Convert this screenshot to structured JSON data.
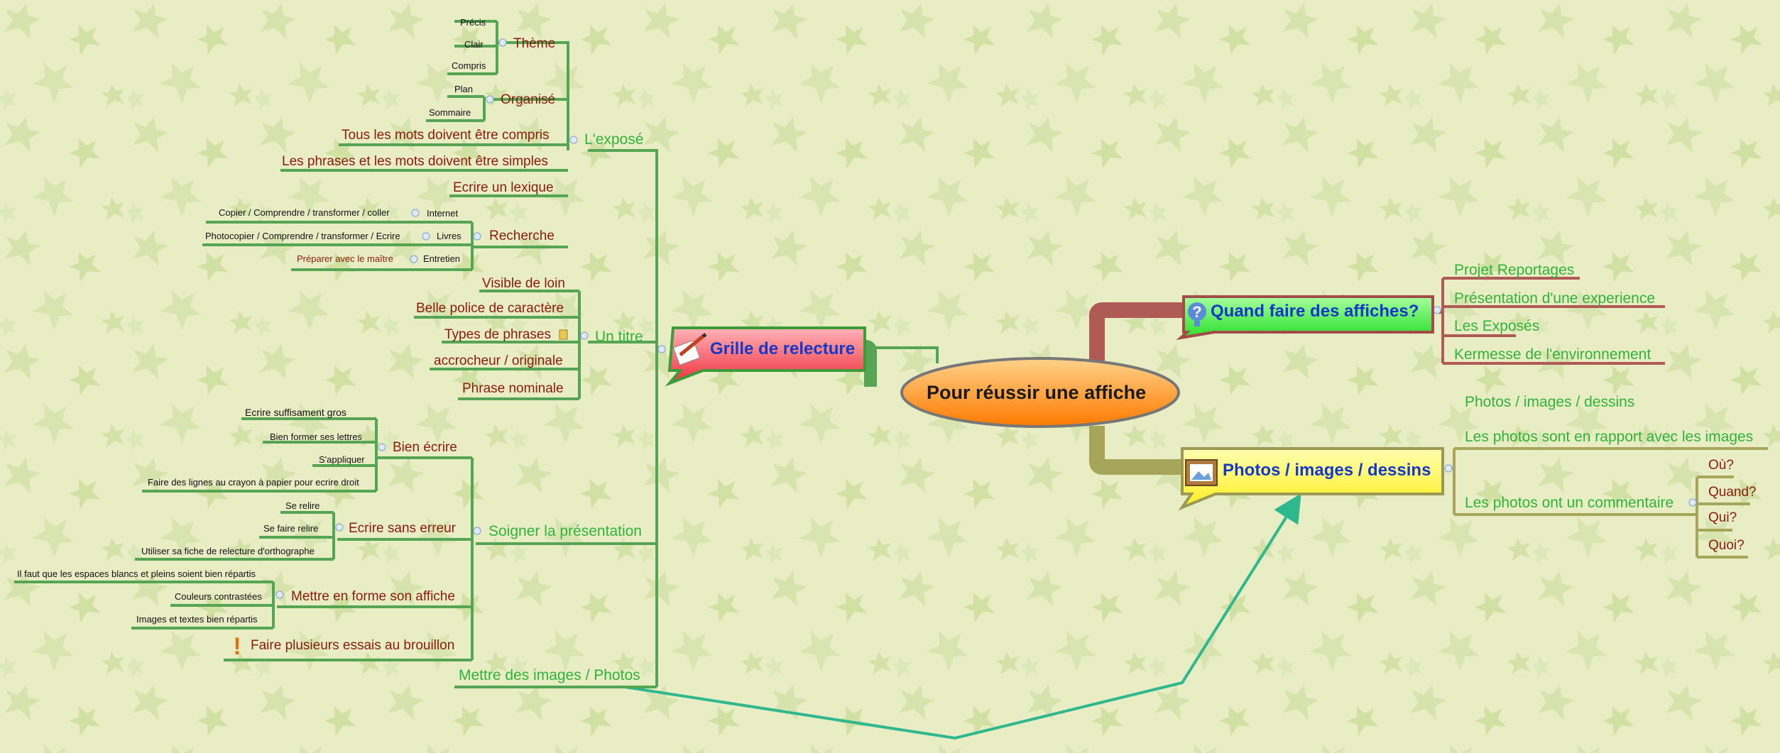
{
  "central": "Pour réussir une affiche",
  "left_branch": {
    "title": "Grille de relecture",
    "expose": {
      "label": "L'exposé",
      "theme": {
        "label": "Thème",
        "children": [
          "Précis",
          "Clair",
          "Compris"
        ]
      },
      "organise": {
        "label": "Organisé",
        "children": [
          "Plan",
          "Sommaire"
        ]
      },
      "items": [
        "Tous les mots doivent être compris",
        "Les phrases et les mots doivent être simples",
        "Ecrire un lexique"
      ],
      "recherche": {
        "label": "Recherche",
        "internet": {
          "label": "Internet",
          "detail": "Copier / Comprendre / transformer / coller"
        },
        "livres": {
          "label": "Livres",
          "detail": "Photocopier / Comprendre / transformer / Ecrire"
        },
        "entretien": {
          "label": "Entretien",
          "detail": "Préparer avec le maître"
        }
      }
    },
    "titre": {
      "label": "Un titre",
      "children": [
        "Visible de loin",
        "Belle police de caractère",
        "Types de phrases",
        "accrocheur / originale",
        "Phrase nominale"
      ]
    },
    "presentation": {
      "label": "Soigner la présentation",
      "bien_ecrire": {
        "label": "Bien écrire",
        "children": [
          "Ecrire suffisament gros",
          "Bien former ses lettres",
          "S'appliquer",
          "Faire des lignes au crayon à papier pour ecrire droit"
        ]
      },
      "sans_erreur": {
        "label": "Ecrire sans erreur",
        "children": [
          "Se relire",
          "Se faire relire",
          "Utiliser sa fiche de relecture d'orthographe"
        ]
      },
      "mise_en_forme": {
        "label": "Mettre en forme son affiche",
        "children": [
          "Il faut que les espaces blancs et pleins soient bien répartis",
          "Couleurs contrastées",
          "Images et textes bien répartis"
        ]
      },
      "essais": "Faire plusieurs essais au brouillon"
    },
    "images": "Mettre des images / Photos"
  },
  "right_top": {
    "title": "Quand faire des affiches?",
    "children": [
      "Projet Reportages",
      "Présentation d'une experience",
      "Les Exposés",
      "Kermesse de l'environnement"
    ]
  },
  "right_bottom": {
    "title": "Photos / images / dessins",
    "children": [
      "Photos / images / dessins",
      "Les photos sont en rapport avec les images",
      "Les photos ont un commentaire"
    ],
    "questions": [
      "Où?",
      "Quand?",
      "Qui?",
      "Quoi?"
    ]
  },
  "colors": {
    "background": "#e8edc4",
    "leaf_shape": "#cfe0a4",
    "branch_left": "#56a554",
    "branch_top": "#b05a55",
    "branch_bottom": "#a6a65a",
    "relationship": "#2fb88e",
    "central_fill": "#ff8c1a",
    "left_box": "#f0404a",
    "top_box": "#3de83d",
    "bottom_box": "#fff23a",
    "title_text": "#1538c8",
    "red_text": "#8b1a0e",
    "green_text": "#2fb33a"
  },
  "icons": [
    "pencil-note-icon",
    "question-mark-icon",
    "picture-frame-icon",
    "sticky-note-icon",
    "exclamation-icon",
    "collapse-toggle-icon"
  ]
}
